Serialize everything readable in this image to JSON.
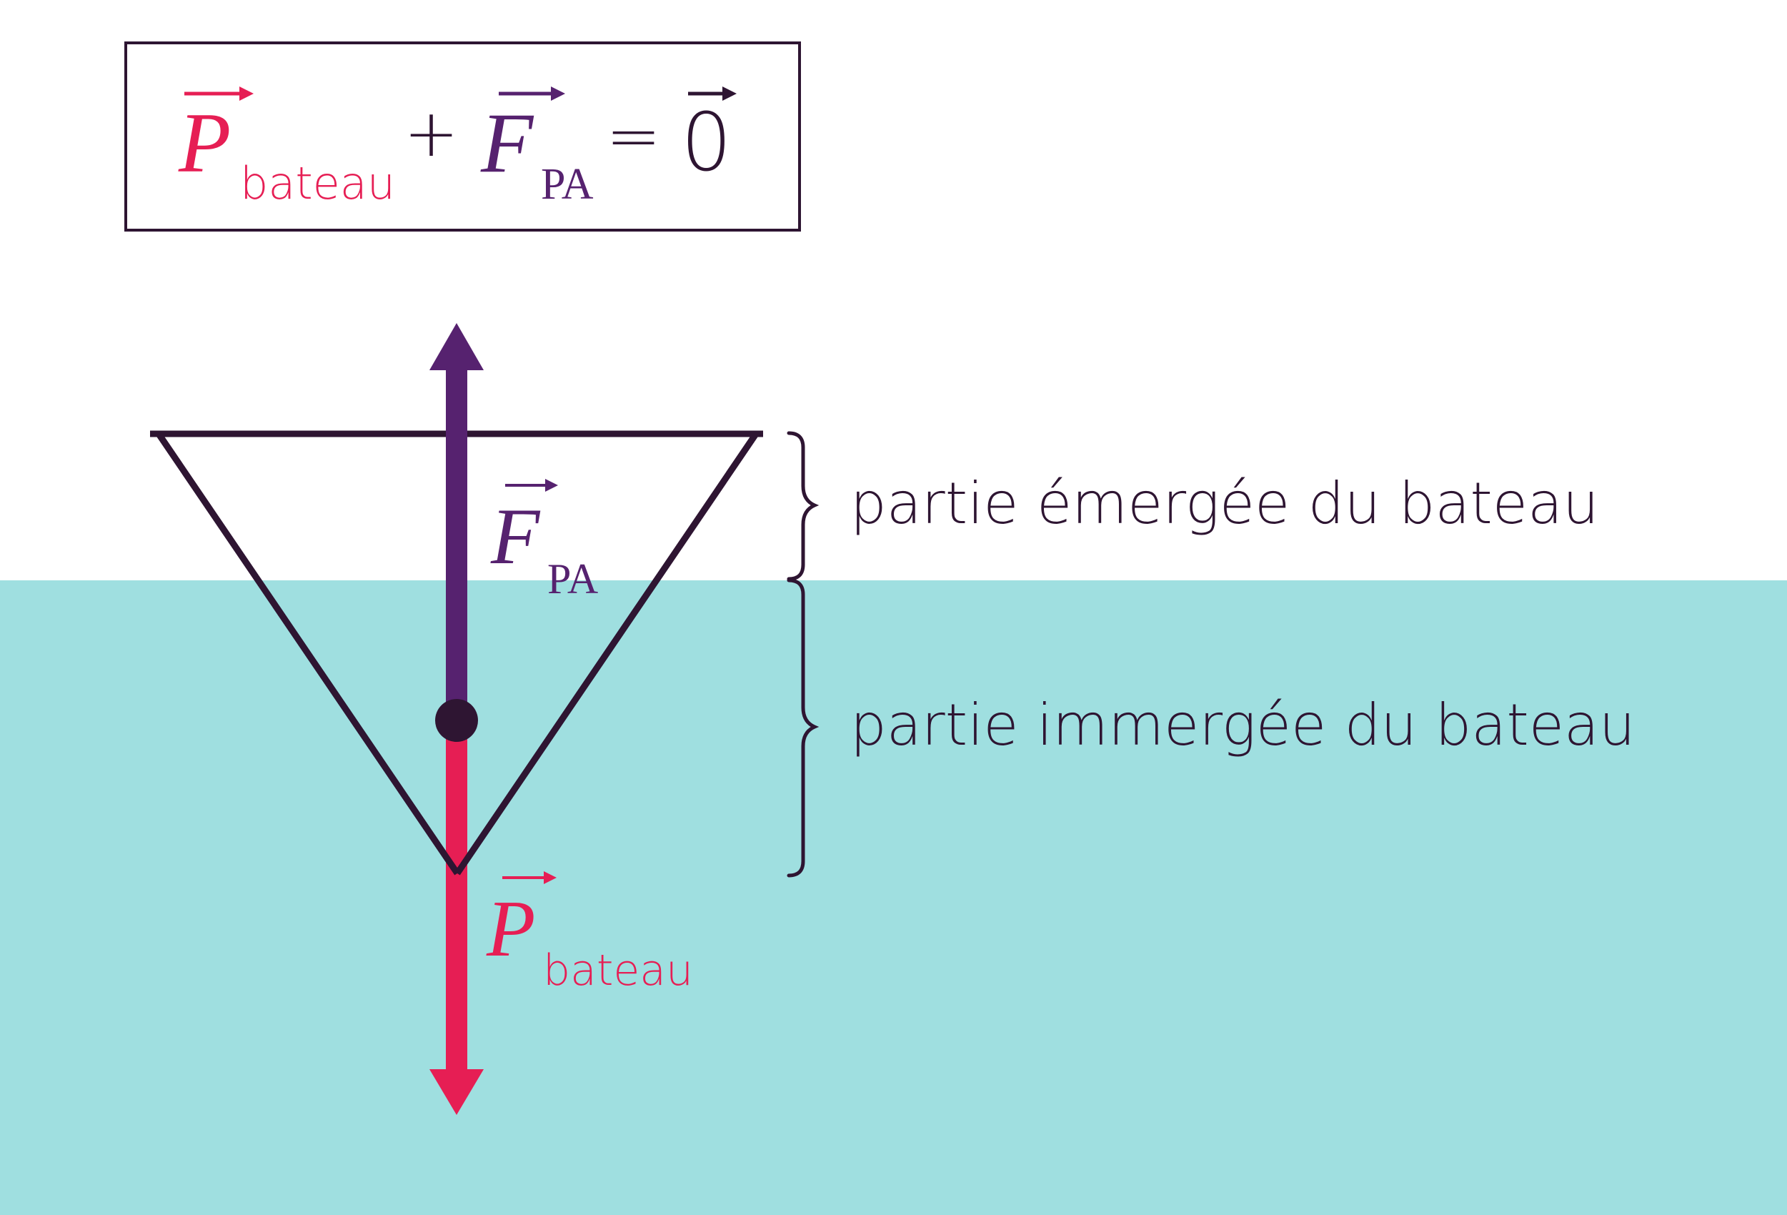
{
  "colors": {
    "water": "#9fdfe0",
    "ink": "#2e1532",
    "weight": "#e61e54",
    "buoyancy": "#56226f",
    "background": "#ffffff"
  },
  "equation": {
    "p_symbol": "P",
    "p_subscript": "bateau",
    "plus": "+",
    "f_symbol": "F",
    "f_subscript": "PA",
    "equals": "=",
    "zero": "0"
  },
  "labels": {
    "emerged": "partie émergée du bateau",
    "immersed": "partie immergée du bateau"
  },
  "vectors": {
    "buoyancy": {
      "symbol": "F",
      "subscript": "PA"
    },
    "weight": {
      "symbol": "P",
      "subscript": "bateau"
    }
  }
}
